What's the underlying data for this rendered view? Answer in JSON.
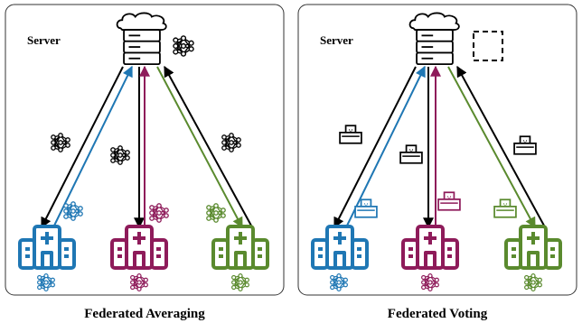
{
  "panels": [
    {
      "server_label": "Server",
      "caption": "Federated Averaging"
    },
    {
      "server_label": "Server",
      "caption": "Federated Voting"
    }
  ],
  "colors": {
    "blue": "#1f77b4",
    "purple": "#8e1b5a",
    "green": "#5a8a2e",
    "black": "#000000"
  },
  "icons": {
    "server": "server-rack-icon",
    "hospital": "hospital-building-icon",
    "network": "neural-network-icon",
    "ballot": "ballot-box-icon"
  }
}
